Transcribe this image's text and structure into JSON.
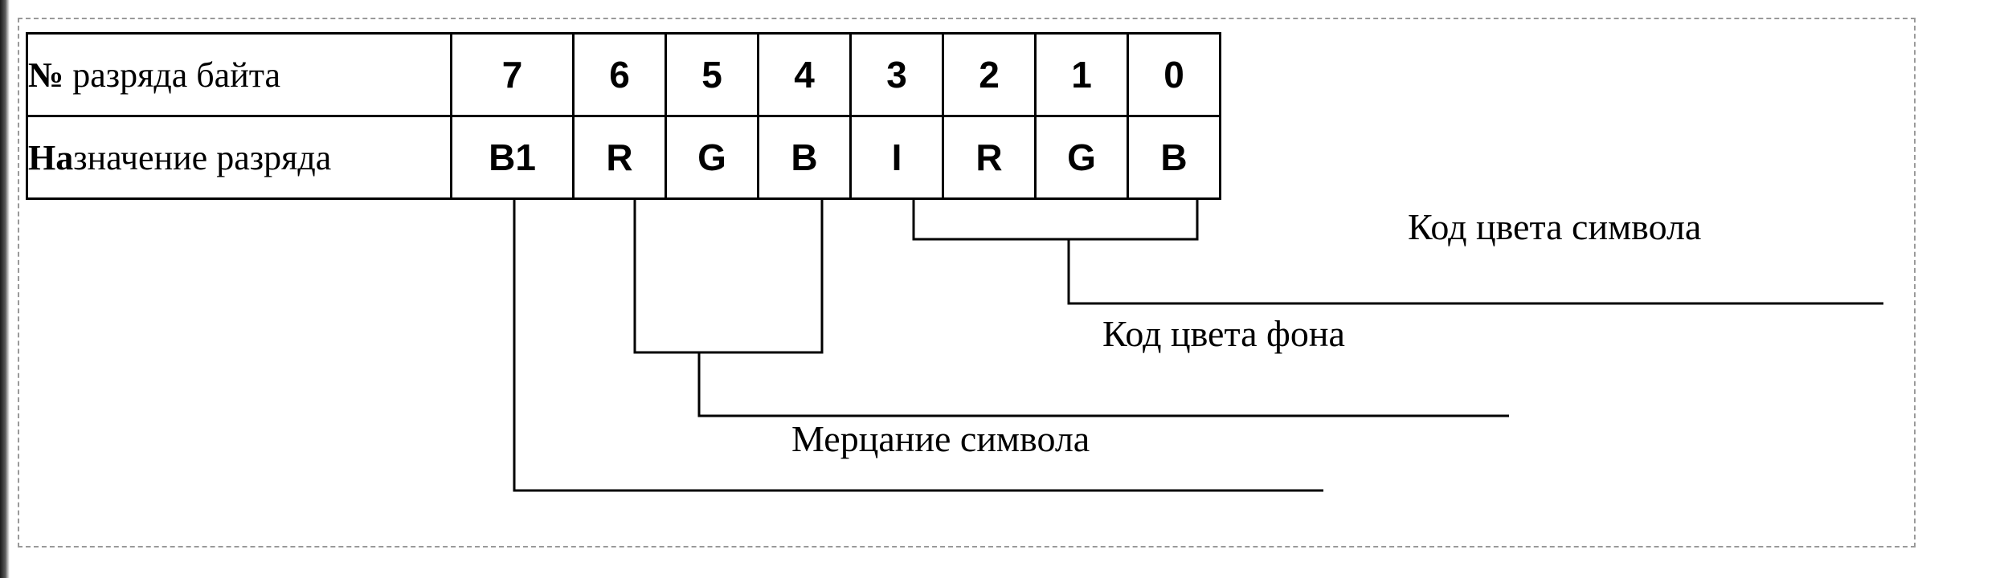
{
  "table": {
    "row1": {
      "label_prefix": "№",
      "label_rest": " разряда байта",
      "cells": [
        "7",
        "6",
        "5",
        "4",
        "3",
        "2",
        "1",
        "0"
      ]
    },
    "row2": {
      "label_prefix": "На",
      "label_rest": "значение разряда",
      "cells": [
        "B1",
        "R",
        "G",
        "B",
        "I",
        "R",
        "G",
        "B"
      ]
    }
  },
  "annotations": {
    "symbol_color": "Код  цвета  символа",
    "background_color": "Код цвета фона",
    "blink": "Мерцание символа"
  }
}
